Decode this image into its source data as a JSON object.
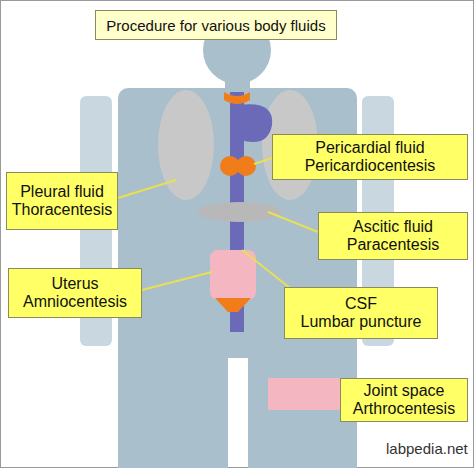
{
  "diagram": {
    "title": "Procedure for various body fluids",
    "nodes": [
      {
        "text": [
          "Pericardial fluid",
          "Pericardiocentesis"
        ]
      },
      {
        "text": [
          "Pleural fluid",
          "Thoracentesis"
        ]
      },
      {
        "text": [
          "Ascitic fluid",
          "Paracentesis"
        ]
      },
      {
        "text": [
          "Uterus",
          "Amniocentesis"
        ]
      },
      {
        "text": [
          "CSF",
          "Lumbar puncture"
        ]
      },
      {
        "text": [
          "Joint space",
          "Arthrocentesis"
        ]
      }
    ],
    "labels": [
      "labpedia.net"
    ]
  }
}
